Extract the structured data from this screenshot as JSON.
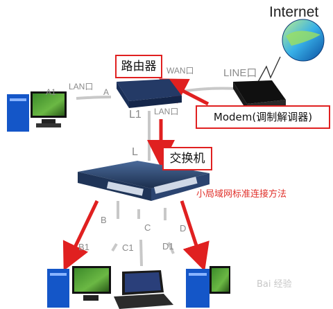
{
  "title_internet": "Internet",
  "router": {
    "label": "路由器",
    "wan": "WAN口",
    "lan": "LAN口",
    "l1": "L1"
  },
  "modem": {
    "label": "Modem(调制解调器)",
    "line": "LINE口"
  },
  "left_pc": {
    "a1": "A1",
    "lan": "LAN口",
    "a": "A"
  },
  "switch": {
    "label": "交换机",
    "l": "L",
    "caption": "小局域网标准连接方法"
  },
  "ports": {
    "b": "B",
    "b1": "B1",
    "c": "C",
    "c1": "C1",
    "d": "D",
    "d1": "D1"
  },
  "watermark": "Bai 经验",
  "colors": {
    "accent_red": "#e02020",
    "label_gray": "#8a8a8a",
    "caption_red": "#e0302a"
  }
}
